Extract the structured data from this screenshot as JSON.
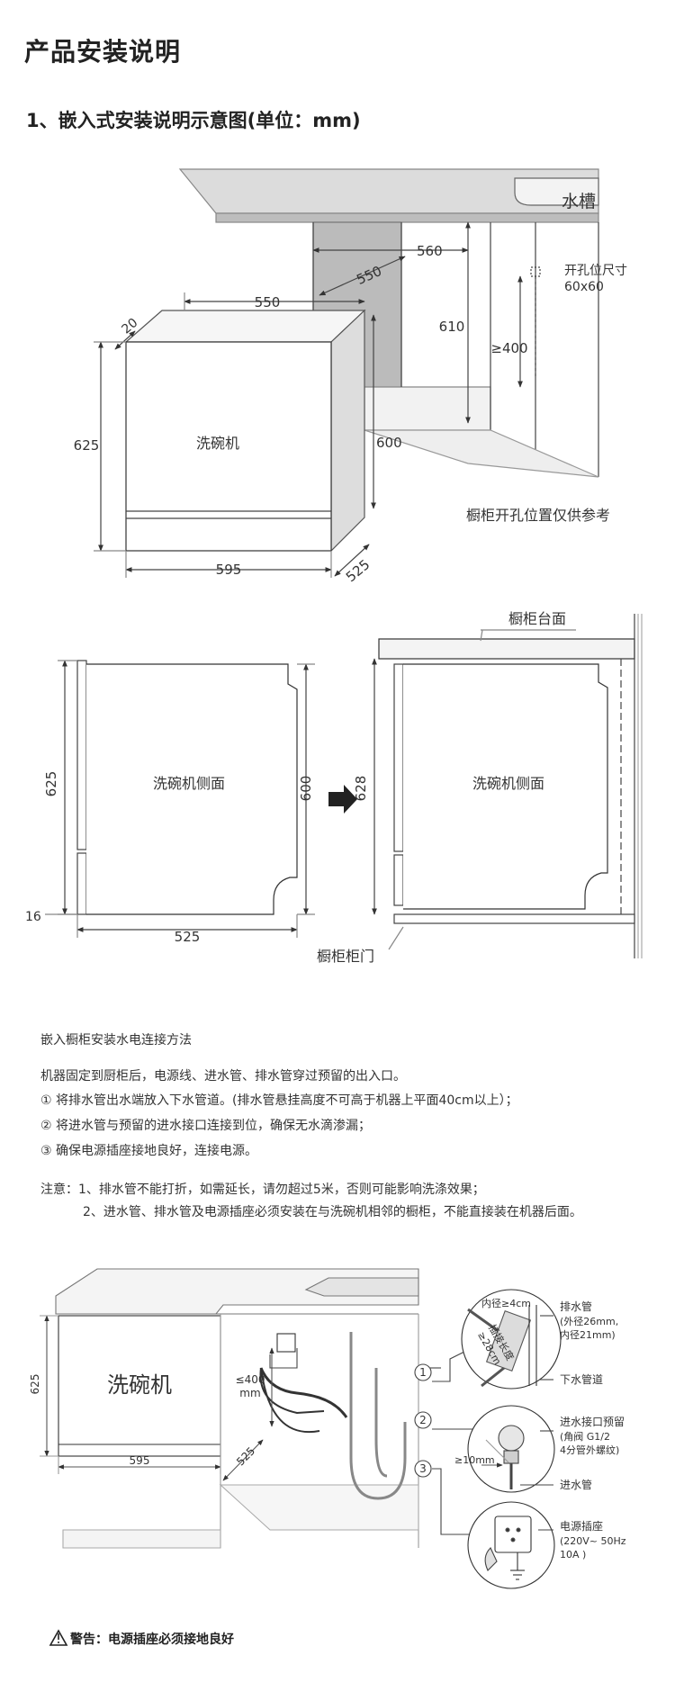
{
  "page_title": "产品安装说明",
  "section_title": "1、嵌入式安装说明示意图(单位：mm)",
  "diagram1": {
    "sink_label": "水槽",
    "hole_label_line1": "开孔位尺寸",
    "hole_label_line2": "60x60",
    "dim_560": "560",
    "dim_550_depth": "550",
    "dim_610": "610",
    "dim_ge400": "≥400",
    "dim_550_top": "550",
    "dim_20": "20",
    "dim_625": "625",
    "dim_600": "600",
    "dim_595": "595",
    "dim_525": "525",
    "machine_label": "洗碗机",
    "cabinet_note": "橱柜开孔位置仅供参考"
  },
  "diagram2": {
    "counter_label": "橱柜台面",
    "left_label": "洗碗机侧面",
    "right_label": "洗碗机侧面",
    "dim_625": "625",
    "dim_600": "600",
    "dim_628": "628",
    "dim_16": "16",
    "dim_525": "525",
    "door_label": "橱柜柜门"
  },
  "instructions": {
    "heading": "嵌入橱柜安装水电连接方法",
    "intro": "机器固定到厨柜后，电源线、进水管、排水管穿过预留的出入口。",
    "step1": "① 将排水管出水端放入下水管道。(排水管悬挂高度不可高于机器上平面40cm以上）；",
    "step2": "② 将进水管与预留的进水接口连接到位，确保无水滴渗漏；",
    "step3": "③ 确保电源插座接地良好，连接电源。",
    "note1": "注意：1、排水管不能打折，如需延长，请勿超过5米，否则可能影响洗涤效果；",
    "note2": "2、进水管、排水管及电源插座必须安装在与洗碗机相邻的橱柜，不能直接装在机器后面。"
  },
  "diagram3": {
    "machine_label": "洗碗机",
    "dim_625": "625",
    "dim_595": "595",
    "dim_525": "525",
    "dim_le400": "≤400",
    "dim_mm": "mm",
    "num1": "1",
    "num2": "2",
    "num3": "3",
    "inner_dia": "内径≥4cm",
    "insert_len1": "插接长度",
    "insert_len2": "≥28cm",
    "drain_label": "排水管",
    "drain_od": "(外径26mm,",
    "drain_id": "内径21mm)",
    "sewer_label": "下水管道",
    "inlet_reserve": "进水接口预留",
    "inlet_valve": "(角阀 G1/2",
    "inlet_thread": "4分管外螺纹)",
    "ge10mm": "≥10mm",
    "inlet_hose": "进水管",
    "socket_label": "电源插座",
    "socket_spec1": "(220V~ 50Hz",
    "socket_spec2": "10A )"
  },
  "warning": {
    "text": "警告：电源插座必须接地良好",
    "icon": "warning-triangle-icon"
  }
}
